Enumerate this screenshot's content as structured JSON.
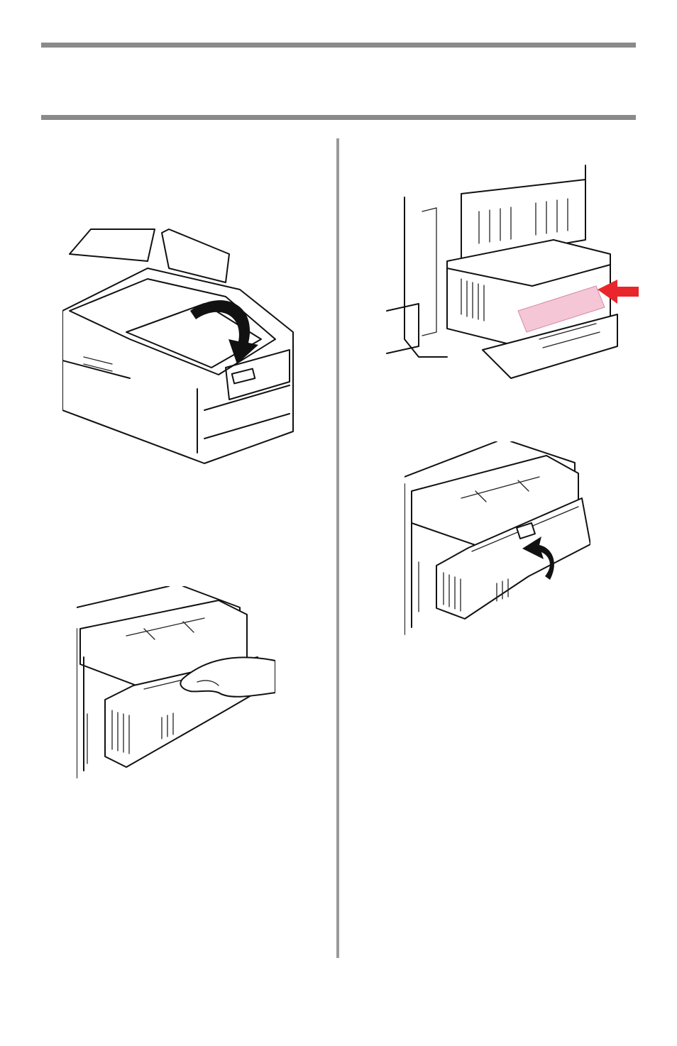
{
  "page": {
    "background": "#ffffff",
    "rule_color": "#8a8a8a",
    "divider_color": "#9a9a9a"
  },
  "figures": [
    {
      "name": "printer-top-cover-closing",
      "arrow_color": "#111111",
      "arrow_icon": "curved-arrow-down-icon"
    },
    {
      "name": "duplex-unit-paper-removal",
      "paper_color": "#f5c6d6",
      "arrow_color": "#e8262c",
      "arrow_icon": "arrow-left-icon"
    },
    {
      "name": "duplex-unit-release-by-hand",
      "icon": "hand-icon"
    },
    {
      "name": "duplex-unit-cover-closing",
      "arrow_color": "#111111",
      "arrow_icon": "curved-arrow-up-icon"
    }
  ]
}
